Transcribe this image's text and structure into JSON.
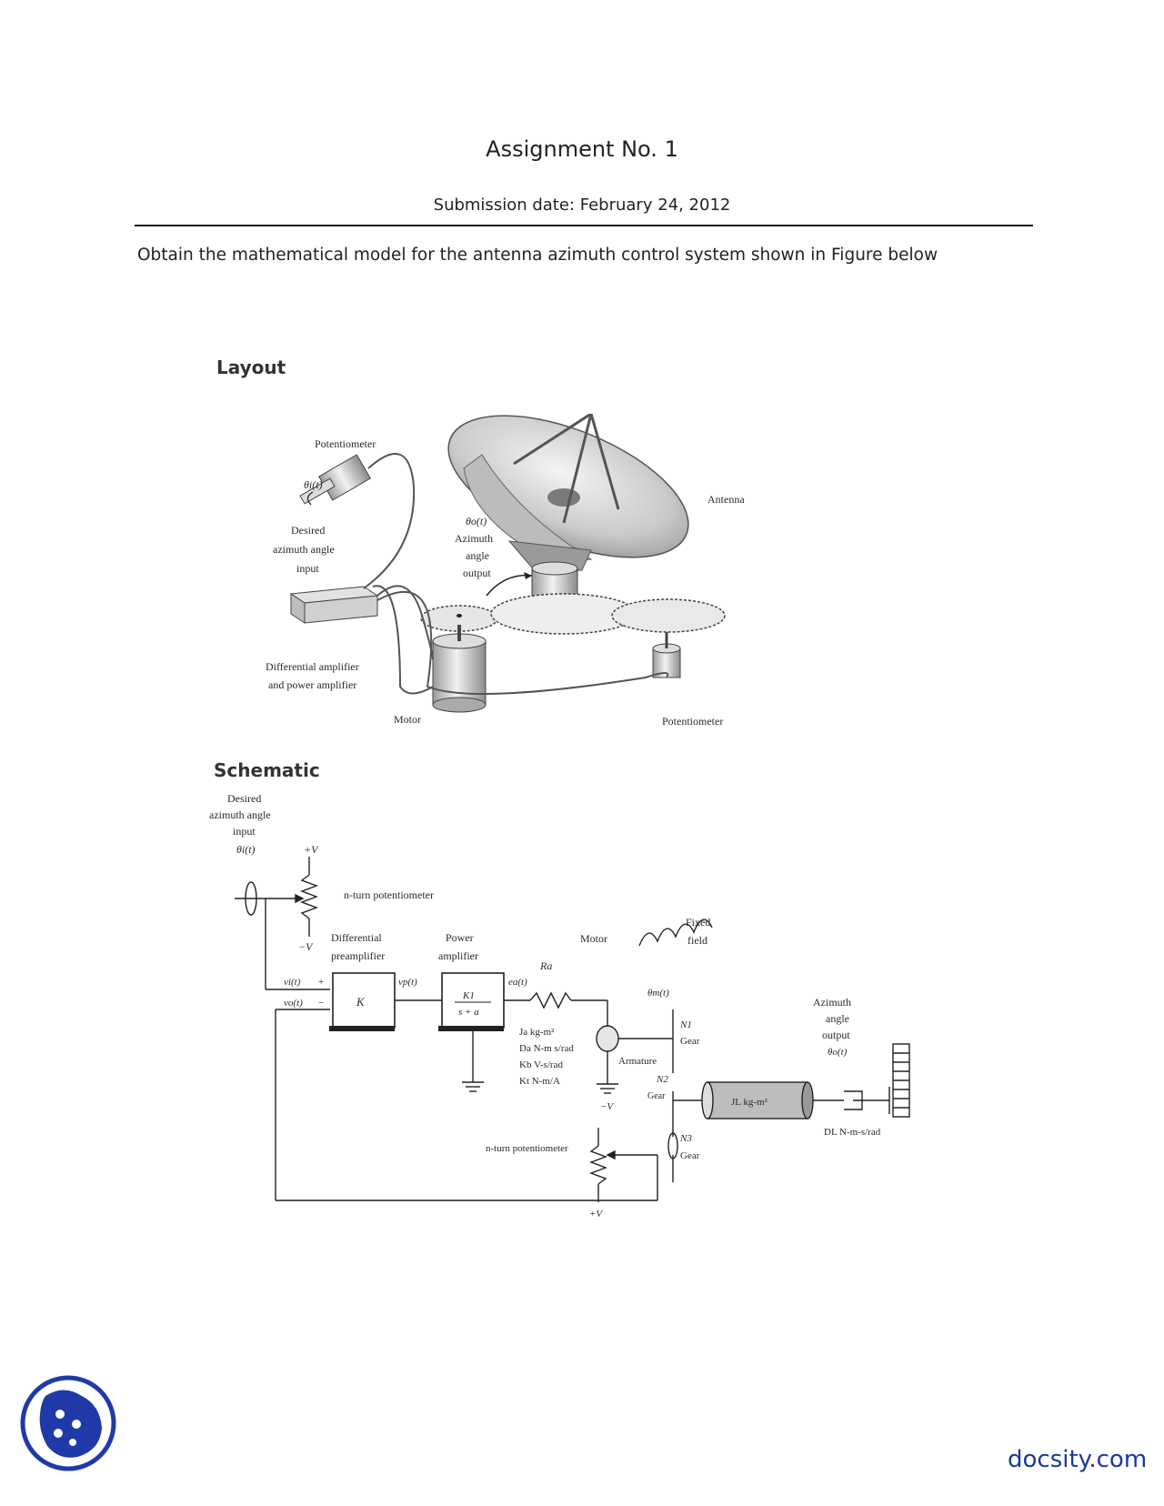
{
  "header": {
    "title": "Assignment No. 1",
    "submission": "Submission date: February 24, 2012"
  },
  "question": "Obtain the mathematical model for the antenna azimuth control system shown in Figure below",
  "layout_figure": {
    "heading": "Layout",
    "labels": {
      "potentiometer_top": "Potentiometer",
      "theta_i": "θi(t)",
      "desired_1": "Desired",
      "desired_2": "azimuth angle",
      "desired_3": "input",
      "theta_o": "θo(t)",
      "azimuth_1": "Azimuth",
      "azimuth_2": "angle",
      "azimuth_3": "output",
      "antenna": "Antenna",
      "amp_1": "Differential amplifier",
      "amp_2": "and power amplifier",
      "motor": "Motor",
      "potentiometer_bottom": "Potentiometer"
    }
  },
  "schematic_figure": {
    "heading": "Schematic",
    "labels": {
      "desired_1": "Desired",
      "desired_2": "azimuth angle",
      "desired_3": "input",
      "theta_i": "θi(t)",
      "plus_v_top": "+V",
      "minus_v_top": "−V",
      "n_turn_pot_top": "n-turn potentiometer",
      "diff_pre_1": "Differential",
      "diff_pre_2": "preamplifier",
      "power_amp_1": "Power",
      "power_amp_2": "amplifier",
      "motor": "Motor",
      "fixed_1": "Fixed",
      "fixed_2": "field",
      "vi": "vi(t)",
      "plus": "+",
      "vo": "vo(t)",
      "minus": "−",
      "gain_k": "K",
      "vp": "vp(t)",
      "k1": "K1",
      "s_plus_a": "s + a",
      "ea": "ea(t)",
      "ra": "Ra",
      "theta_m": "θm(t)",
      "ja": "Ja  kg-m²",
      "da": "Da  N-m s/rad",
      "kb": "Kb  V-s/rad",
      "kt": "Kt  N-m/A",
      "n1": "N1",
      "gear1": "Gear",
      "armature": "Armature",
      "n2": "N2",
      "gear2": "Gear",
      "jl": "JL  kg-m²",
      "az_out_1": "Azimuth",
      "az_out_2": "angle",
      "az_out_3": "output",
      "theta_o": "θo(t)",
      "dl": "DL N-m-s/rad",
      "minus_v_mid": "−V",
      "n_turn_pot_bottom": "n-turn potentiometer",
      "n3": "N3",
      "gear3": "Gear",
      "plus_v_bottom": "+V"
    }
  },
  "footer": {
    "brand": "docsity.com",
    "logo_color": "#1f3aa8"
  }
}
